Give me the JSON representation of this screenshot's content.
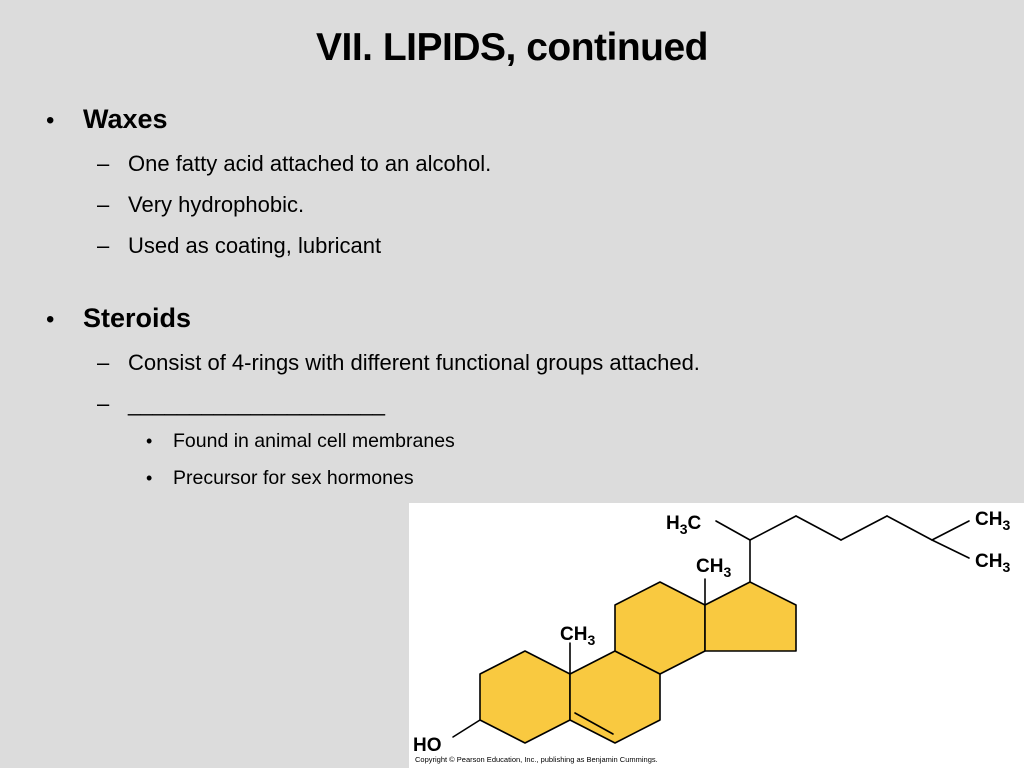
{
  "slide": {
    "title": "VII.  LIPIDS, continued",
    "sections": [
      {
        "bullet": "•",
        "heading": "Waxes",
        "items": [
          {
            "dash": "–",
            "text": "One fatty acid attached to an alcohol."
          },
          {
            "dash": "–",
            "text": "Very hydrophobic."
          },
          {
            "dash": "–",
            "text": "Used as coating, lubricant"
          }
        ]
      },
      {
        "bullet": "•",
        "heading": "Steroids",
        "items": [
          {
            "dash": "–",
            "text": "Consist of 4-rings with different functional groups attached."
          },
          {
            "dash": "–",
            "text": "_____________________"
          }
        ],
        "subitems": [
          {
            "bullet": "•",
            "text": "Found in animal cell membranes"
          },
          {
            "bullet": "•",
            "text": "Precursor for sex hormones"
          }
        ]
      }
    ]
  },
  "figure": {
    "labels": {
      "h": "H",
      "c": "C",
      "ch": "CH",
      "sub3": "3",
      "ho": "HO"
    },
    "copyright": "Copyright © Pearson Education, Inc., publishing as Benjamin Cummings.",
    "colors": {
      "ring_fill": "#f9c940",
      "stroke": "#000000",
      "background": "#ffffff"
    }
  }
}
